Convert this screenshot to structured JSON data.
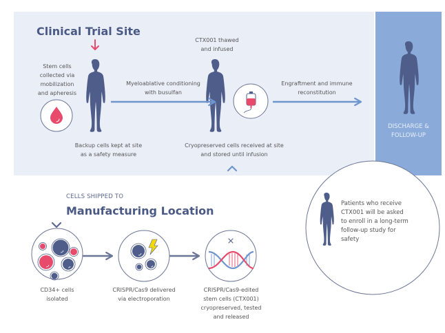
{
  "colors": {
    "site_panel": "#e9eef7",
    "discharge_panel": "#8aabd9",
    "figure": "#4f5d8a",
    "arrow_blue": "#6f95cf",
    "arrow_slate": "#6b7596",
    "accent_red": "#e84a6b",
    "accent_yellow": "#f2d90f",
    "dna_blue": "#6f95cf"
  },
  "clinical_site": {
    "title": "Clinical Trial Site",
    "steps": {
      "collection": "Stem cells collected via mobilization and apheresis",
      "collection_lines": [
        "Stem cells",
        "collected via",
        "mobilization",
        "and apheresis"
      ],
      "backup_lines": [
        "Backup cells kept at site",
        "as a safety measure"
      ],
      "conditioning_lines": [
        "Myeloablative conditioning",
        "with busulfan"
      ],
      "infusion_lines": [
        "CTX001 thawed",
        "and infused"
      ],
      "received_lines": [
        "Cryopreserved cells received at site",
        "and stored until infusion"
      ],
      "engraftment_lines": [
        "Engraftment and immune",
        "reconstitution"
      ]
    }
  },
  "discharge": {
    "label_lines": [
      "DISCHARGE &",
      "FOLLOW-UP"
    ]
  },
  "manufacturing": {
    "kicker": "CELLS SHIPPED TO",
    "title": "Manufacturing Location",
    "steps": [
      {
        "lines": [
          "CD34+ cells",
          "isolated"
        ],
        "icon": "cells-icon"
      },
      {
        "lines": [
          "CRISPR/Cas9 delivered",
          "via electroporation"
        ],
        "icon": "electroporation-icon"
      },
      {
        "lines": [
          "CRISPR/Cas9-edited",
          "stem cells (CTX001)",
          "cryopreserved, tested",
          "and released"
        ],
        "icon": "dna-edit-icon"
      }
    ]
  },
  "follow_up_note": {
    "lines": [
      "Patients who receive",
      "CTX001 will be asked",
      "to enroll in a long-term",
      "follow-up study for",
      "safety"
    ]
  }
}
